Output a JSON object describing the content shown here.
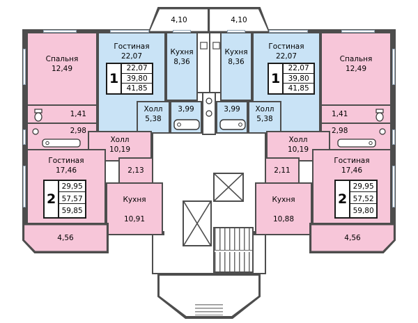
{
  "colors": {
    "room_pink": "#f7c6d9",
    "room_blue": "#c9e3f6",
    "wall": "#4d4d4d"
  },
  "balconies": {
    "top_left": "4,10",
    "top_right": "4,10",
    "bottom_left": "4,56",
    "bottom_right": "4,56"
  },
  "left": {
    "bedroom": {
      "name": "Спальня",
      "area": "12,49"
    },
    "living": {
      "name": "Гостиная",
      "area": "22,07"
    },
    "apt1": {
      "num": "1",
      "v1": "22,07",
      "v2": "39,80",
      "v3": "41,85"
    },
    "kitchen_top": {
      "name": "Кухня",
      "area": "8,36"
    },
    "hall_small": {
      "name": "Холл",
      "area": "5,38"
    },
    "bath": {
      "area": "3,99"
    },
    "wc": {
      "area": "1,41"
    },
    "bathroom": {
      "area": "2,98"
    },
    "hall": {
      "name": "Холл",
      "area": "10,19"
    },
    "living2": {
      "name": "Гостиная",
      "area": "17,46"
    },
    "apt2": {
      "num": "2",
      "v1": "29,95",
      "v2": "57,57",
      "v3": "59,85"
    },
    "corridor": {
      "area": "2,13"
    },
    "kitchen": {
      "name": "Кухня",
      "area": "10,91"
    }
  },
  "right": {
    "bedroom": {
      "name": "Спальня",
      "area": "12,49"
    },
    "living": {
      "name": "Гостиная",
      "area": "22,07"
    },
    "apt1": {
      "num": "1",
      "v1": "22,07",
      "v2": "39,80",
      "v3": "41,85"
    },
    "kitchen_top": {
      "name": "Кухня",
      "area": "8,36"
    },
    "hall_small": {
      "name": "Холл",
      "area": "5,38"
    },
    "bath": {
      "area": "3,99"
    },
    "wc": {
      "area": "1,41"
    },
    "bathroom": {
      "area": "2,98"
    },
    "hall": {
      "name": "Холл",
      "area": "10,19"
    },
    "living2": {
      "name": "Гостиная",
      "area": "17,46"
    },
    "apt2": {
      "num": "2",
      "v1": "29,95",
      "v2": "57,52",
      "v3": "59,80"
    },
    "corridor": {
      "area": "2,11"
    },
    "kitchen": {
      "name": "Кухня",
      "area": "10,88"
    }
  }
}
